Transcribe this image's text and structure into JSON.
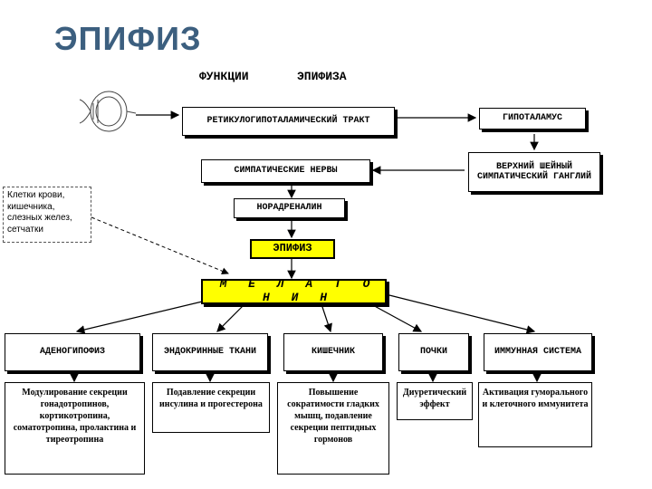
{
  "slide": {
    "title": "ЭПИФИЗ"
  },
  "diagram": {
    "heading_left": "ФУНКЦИИ",
    "heading_right": "ЭПИФИЗА",
    "nodes": {
      "tract": "РЕТИКУЛОГИПОТАЛАМИЧЕСКИЙ ТРАКТ",
      "hypothalamus": "ГИПОТАЛАМУС",
      "sympathetic_nerves": "СИМПАТИЧЕСКИЕ НЕРВЫ",
      "ganglion": "ВЕРХНИЙ ШЕЙНЫЙ СИМПАТИЧЕСКИЙ ГАНГЛИЙ",
      "noradrenaline": "НОРАДРЕНАЛИН",
      "epiphysis": "ЭПИФИЗ",
      "melatonin": "М Е Л А Т О Н И Н"
    },
    "side_note": "Клетки крови, кишечника, слезных желез, сетчатки",
    "targets": [
      "АДЕНОГИПОФИЗ",
      "ЭНДОКРИННЫЕ ТКАНИ",
      "КИШЕЧНИК",
      "ПОЧКИ",
      "ИММУННАЯ СИСТЕМА"
    ],
    "effects": [
      "Модулирование секреции гонадотропинов, кортикотропина, соматотропина, пролактина и тиреотропина",
      "Подавление секреции инсулина и прогестерона",
      "Повышение сократимости гладких мышц, подавление секреции пептидных гормонов",
      "Диуретический эффект",
      "Активация гуморального и клеточного иммунитета"
    ]
  }
}
